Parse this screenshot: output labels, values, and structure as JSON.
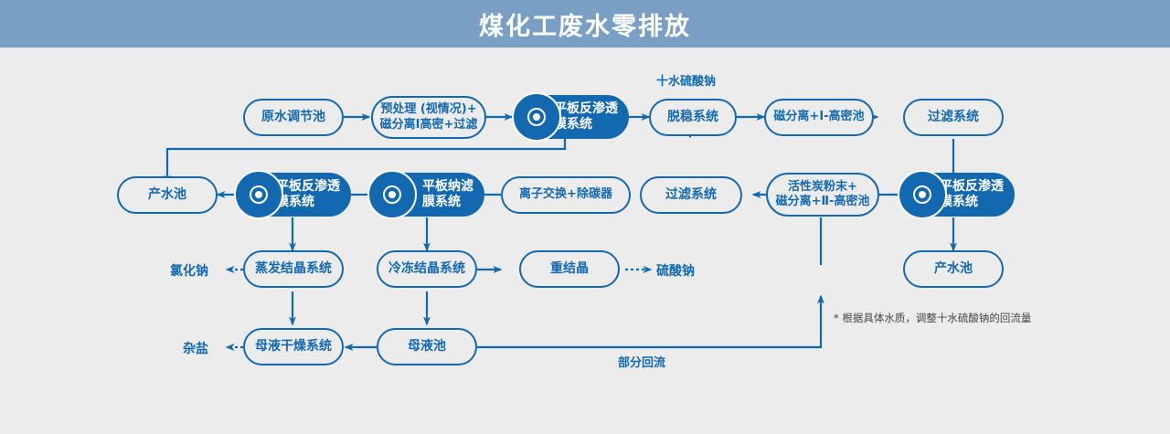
{
  "header": {
    "title": "煤化工废水零排放"
  },
  "colors": {
    "header_bg": "#7a9fc4",
    "canvas_bg": "#ececec",
    "accent": "#1369b0",
    "node_fill_light": "#ececec",
    "node_fill_dark": "#1369b0",
    "text_on_dark": "#ffffff",
    "footnote": "#444444"
  },
  "nodes": [
    {
      "id": "raw_water_tank",
      "label": "原水调节池"
    },
    {
      "id": "pretreatment",
      "label": "预处理 (视情况)+\n磁分离Ⅰ高密+过滤"
    },
    {
      "id": "ro_membrane_1",
      "label": "平板反渗透\n膜系统"
    },
    {
      "id": "destabilization",
      "label": "脱稳系统"
    },
    {
      "id": "magnetic_sep_1",
      "label": "磁分离+Ⅰ-高密池"
    },
    {
      "id": "filtration_1",
      "label": "过滤系统"
    },
    {
      "id": "product_water_tank_1",
      "label": "产水池"
    },
    {
      "id": "ro_membrane_2",
      "label": "平板反渗透\n膜系统"
    },
    {
      "id": "nf_membrane",
      "label": "平板纳滤\n膜系统"
    },
    {
      "id": "ion_exchange",
      "label": "离子交换+除碳器"
    },
    {
      "id": "filtration_2",
      "label": "过滤系统"
    },
    {
      "id": "activated_carbon",
      "label": "活性炭粉末+\n磁分离+Ⅱ-高密池"
    },
    {
      "id": "ro_membrane_3",
      "label": "平板反渗透\n膜系统"
    },
    {
      "id": "product_water_tank_2",
      "label": "产水池"
    },
    {
      "id": "evaporation_cryst",
      "label": "蒸发结晶系统"
    },
    {
      "id": "freeze_cryst",
      "label": "冷冻结晶系统"
    },
    {
      "id": "recrystallization",
      "label": "重结晶"
    },
    {
      "id": "mother_liquor_dryer",
      "label": "母液干燥系统"
    },
    {
      "id": "mother_liquor_tank",
      "label": "母液池"
    }
  ],
  "labels": {
    "sodium_sulfate_decahydrate": "十水硫酸钠",
    "sodium_chloride": "氯化钠",
    "sodium_sulfate": "硫酸钠",
    "mixed_salt": "杂盐",
    "partial_reflux": "部分回流"
  },
  "footnote": {
    "text": "* 根据具体水质，调整十水硫酸钠的回流量"
  },
  "icon_names": [
    "membrane-disc-icon"
  ]
}
